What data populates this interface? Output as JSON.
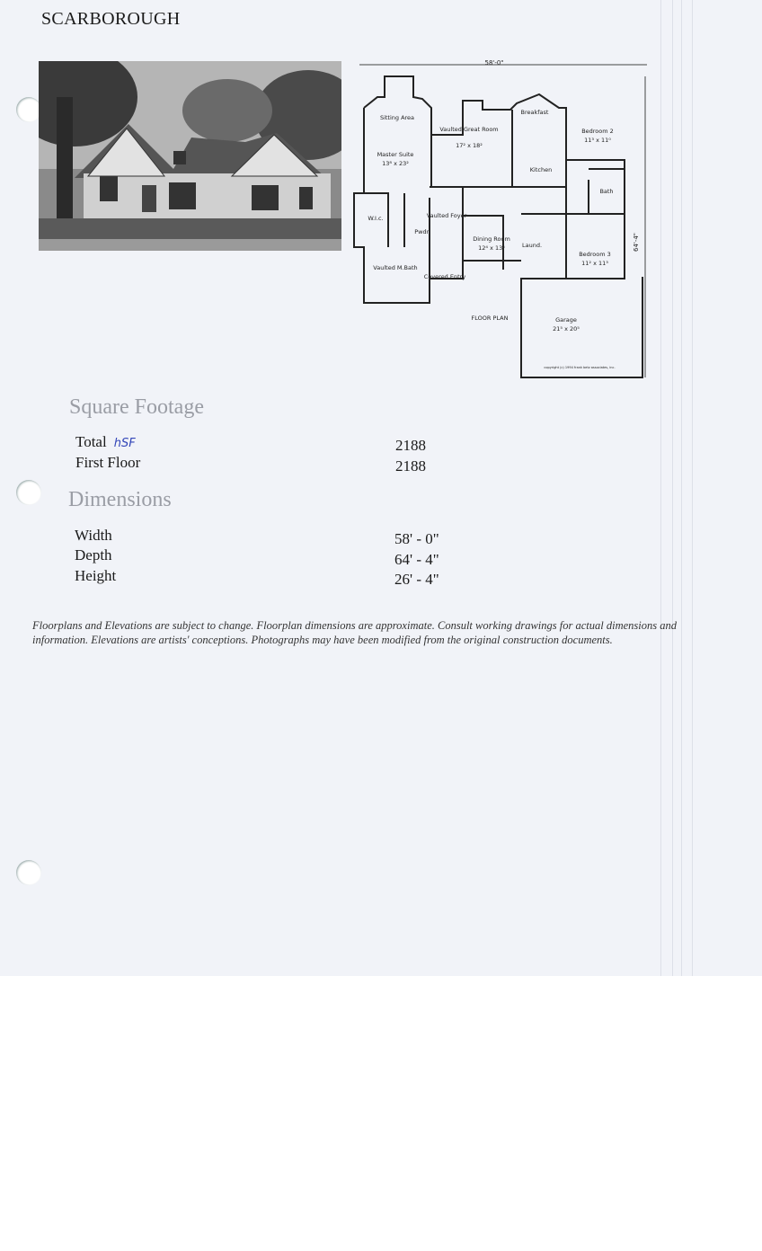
{
  "title": "SCARBOROUGH",
  "floor_plan": {
    "overall_width": "58'-0\"",
    "overall_depth": "64'-4\"",
    "label": "FLOOR PLAN",
    "copyright": "copyright (c) 1994 frank betz associates, inc.",
    "rooms": [
      {
        "name": "Sitting Area",
        "size": ""
      },
      {
        "name": "Master Suite",
        "size": "13⁸ x 23²"
      },
      {
        "name": "Vaulted Great Room",
        "size": "17² x 18²"
      },
      {
        "name": "Breakfast",
        "size": ""
      },
      {
        "name": "Bedroom 2",
        "size": "11³ x 11⁰"
      },
      {
        "name": "Kitchen",
        "size": ""
      },
      {
        "name": "Bath",
        "size": ""
      },
      {
        "name": "W.I.c.",
        "size": ""
      },
      {
        "name": "Vaulted Foyer",
        "size": ""
      },
      {
        "name": "Pwdr.",
        "size": ""
      },
      {
        "name": "Dining Room",
        "size": "12⁴ x 13⁵"
      },
      {
        "name": "Laund.",
        "size": ""
      },
      {
        "name": "Bedroom 3",
        "size": "11² x 11³"
      },
      {
        "name": "Vaulted M.Bath",
        "size": ""
      },
      {
        "name": "Covered Entry",
        "size": ""
      },
      {
        "name": "Garage",
        "size": "21⁵ x 20⁵"
      }
    ]
  },
  "square_footage": {
    "heading": "Square Footage",
    "rows": [
      {
        "label": "Total",
        "annotation": "hSF",
        "value": "2188"
      },
      {
        "label": "First Floor",
        "value": "2188"
      }
    ]
  },
  "dimensions": {
    "heading": "Dimensions",
    "rows": [
      {
        "label": "Width",
        "value": "58' - 0\""
      },
      {
        "label": "Depth",
        "value": "64' - 4\""
      },
      {
        "label": "Height",
        "value": "26' - 4\""
      }
    ]
  },
  "disclaimer": "Floorplans and Elevations are subject to change. Floorplan dimensions are approximate. Consult working drawings for actual dimensions and information. Elevations are artists' conceptions. Photographs may have been modified from the original construction documents."
}
